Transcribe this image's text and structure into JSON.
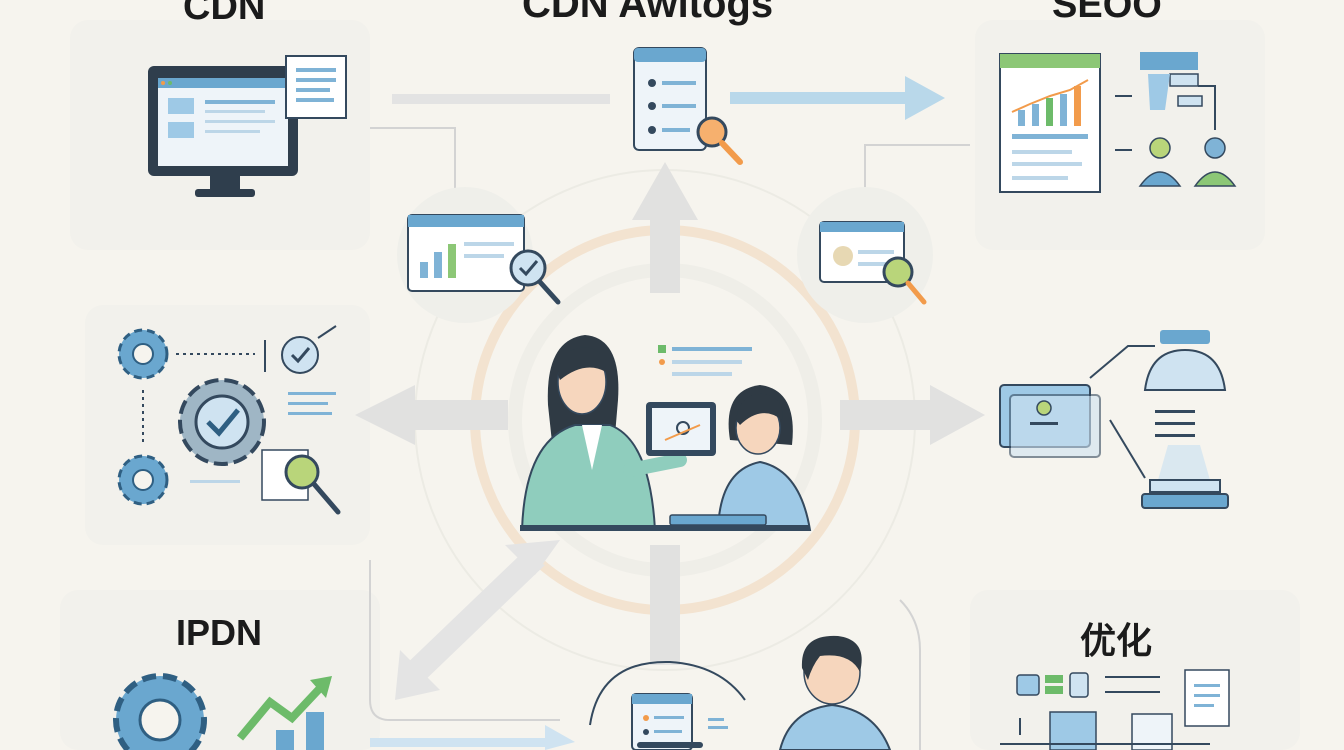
{
  "labels": {
    "top_left": "CDN",
    "top_center": "CDN Awitogs",
    "top_right": "SEOO",
    "bottom_left": "IPDN",
    "bottom_right": "优化"
  },
  "colors": {
    "background": "#f6f4ee",
    "accent_blue": "#6aa7cf",
    "light_blue": "#cfe3f1",
    "navy": "#34495e",
    "green": "#6dbb6a",
    "orange": "#f29b4b",
    "teal": "#8fcdbd",
    "arrow_gray": "#dcdcdc"
  },
  "icons": [
    "monitor-icon",
    "document-icon",
    "server-list-icon",
    "magnifier-icon",
    "chart-window-icon",
    "flowchart-icon",
    "gear-icon",
    "check-gear-icon",
    "trend-chart-icon",
    "funnel-stack-icon",
    "people-icon"
  ]
}
